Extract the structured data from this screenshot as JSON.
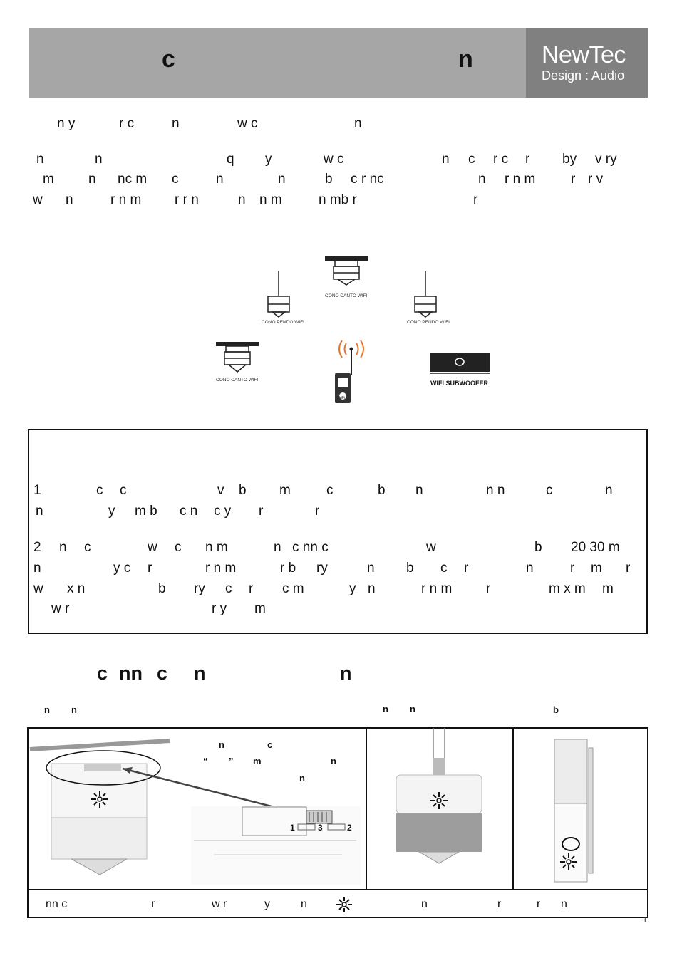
{
  "header": {
    "title_fragments": [
      "c",
      "n"
    ],
    "logo_name": "NewTec",
    "logo_subtitle": "Design : Audio"
  },
  "intro_line": [
    "n y",
    "r c",
    "n",
    "w c",
    "n"
  ],
  "paragraph_lines": [
    [
      "n",
      "n",
      "q",
      "y",
      "w c",
      "n",
      "c",
      "r c",
      "r",
      "by",
      "v ry"
    ],
    [
      "m",
      "n",
      "nc m",
      "c",
      "n",
      "n",
      "b",
      "c",
      "r nc",
      "n",
      "r n m",
      "r",
      "r v"
    ],
    [
      "w",
      "n",
      "r n m",
      "r r n",
      "n",
      "n m",
      "n mb r",
      "r"
    ]
  ],
  "devices": {
    "canto_top": "CONO CANTO WIFI",
    "pendo_left": "CONO PENDO WIFI",
    "pendo_right": "CONO PENDO WIFI",
    "canto_left": "CONO CANTO WIFI",
    "subwoofer": "WIFI SUBWOOFER",
    "router_badge": "WiFi"
  },
  "box_lines": [
    [
      "1",
      "c",
      "c",
      "v",
      "b",
      "m",
      "c",
      "b",
      "n",
      "n n",
      "c",
      "n"
    ],
    [
      "n",
      "y",
      "m b",
      "c n",
      "c y",
      "r",
      "r"
    ],
    [
      "2",
      "n",
      "c",
      "w",
      "c",
      "n m",
      "n",
      "c nn c",
      "w",
      "b",
      "20 30 m"
    ],
    [
      "n",
      "y c",
      "r",
      "r n m",
      "r b",
      "ry",
      "n",
      "b",
      "c",
      "r",
      "n",
      "r",
      "m",
      "r"
    ],
    [
      "w",
      "x n",
      "b",
      "ry",
      "c",
      "r",
      "c m",
      "y",
      "n",
      "r n m",
      "r",
      "m x m",
      "m"
    ],
    [
      "w r",
      "r y",
      "m"
    ]
  ],
  "section_title": [
    "c",
    "nn",
    "c",
    "n",
    "n"
  ],
  "col_labels": [
    "n",
    "n",
    "n",
    "n",
    "b"
  ],
  "callout_lines": [
    [
      "n",
      "c"
    ],
    [
      "“",
      "”",
      "m",
      "n"
    ],
    [
      "n"
    ]
  ],
  "detail_numbers": [
    "1",
    "3",
    "2"
  ],
  "bottom_row": [
    "nn c",
    "r",
    "w r",
    "y",
    "n",
    "n",
    "r",
    "r",
    "n"
  ],
  "page_number": "1"
}
